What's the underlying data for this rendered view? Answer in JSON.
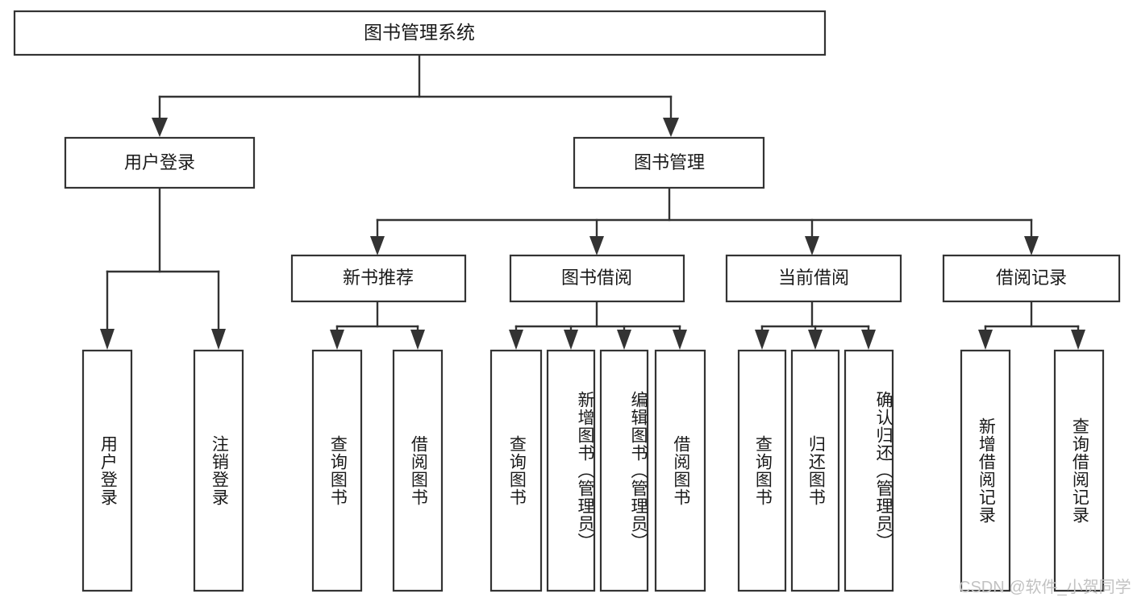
{
  "diagram": {
    "title_node": {
      "label": "图书管理系统"
    },
    "level2": [
      {
        "id": "user-login",
        "label": "用户登录"
      },
      {
        "id": "book-management",
        "label": "图书管理"
      }
    ],
    "level3": [
      {
        "id": "new-book-recommend",
        "label": "新书推荐"
      },
      {
        "id": "book-borrow",
        "label": "图书借阅"
      },
      {
        "id": "current-borrow",
        "label": "当前借阅"
      },
      {
        "id": "borrow-record",
        "label": "借阅记录"
      }
    ],
    "leaves": [
      {
        "id": "leaf-user-login",
        "label": "用户登录",
        "parent": "user-login"
      },
      {
        "id": "leaf-logout",
        "label": "注销登录",
        "parent": "user-login"
      },
      {
        "id": "leaf-query-book-1",
        "label": "查询图书",
        "parent": "new-book-recommend"
      },
      {
        "id": "leaf-borrow-book-1",
        "label": "借阅图书",
        "parent": "new-book-recommend"
      },
      {
        "id": "leaf-query-book-2",
        "label": "查询图书",
        "parent": "book-borrow"
      },
      {
        "id": "leaf-add-book",
        "label": "新增图书（管理员）",
        "parent": "book-borrow"
      },
      {
        "id": "leaf-edit-book",
        "label": "编辑图书（管理员）",
        "parent": "book-borrow"
      },
      {
        "id": "leaf-borrow-book-2",
        "label": "借阅图书",
        "parent": "book-borrow"
      },
      {
        "id": "leaf-query-book-3",
        "label": "查询图书",
        "parent": "current-borrow"
      },
      {
        "id": "leaf-return-book",
        "label": "归还图书",
        "parent": "current-borrow"
      },
      {
        "id": "leaf-confirm-return",
        "label": "确认归还（管理员）",
        "parent": "current-borrow"
      },
      {
        "id": "leaf-add-record",
        "label": "新增借阅记录",
        "parent": "borrow-record"
      },
      {
        "id": "leaf-query-record",
        "label": "查询借阅记录",
        "parent": "borrow-record"
      }
    ],
    "watermark": "CSDN @软件_小贺同学",
    "colors": {
      "border": "#333333",
      "box_fill": "#ffffff",
      "text": "#1a1a1a",
      "watermark": "#c2c2c2",
      "background": "#ffffff"
    }
  }
}
